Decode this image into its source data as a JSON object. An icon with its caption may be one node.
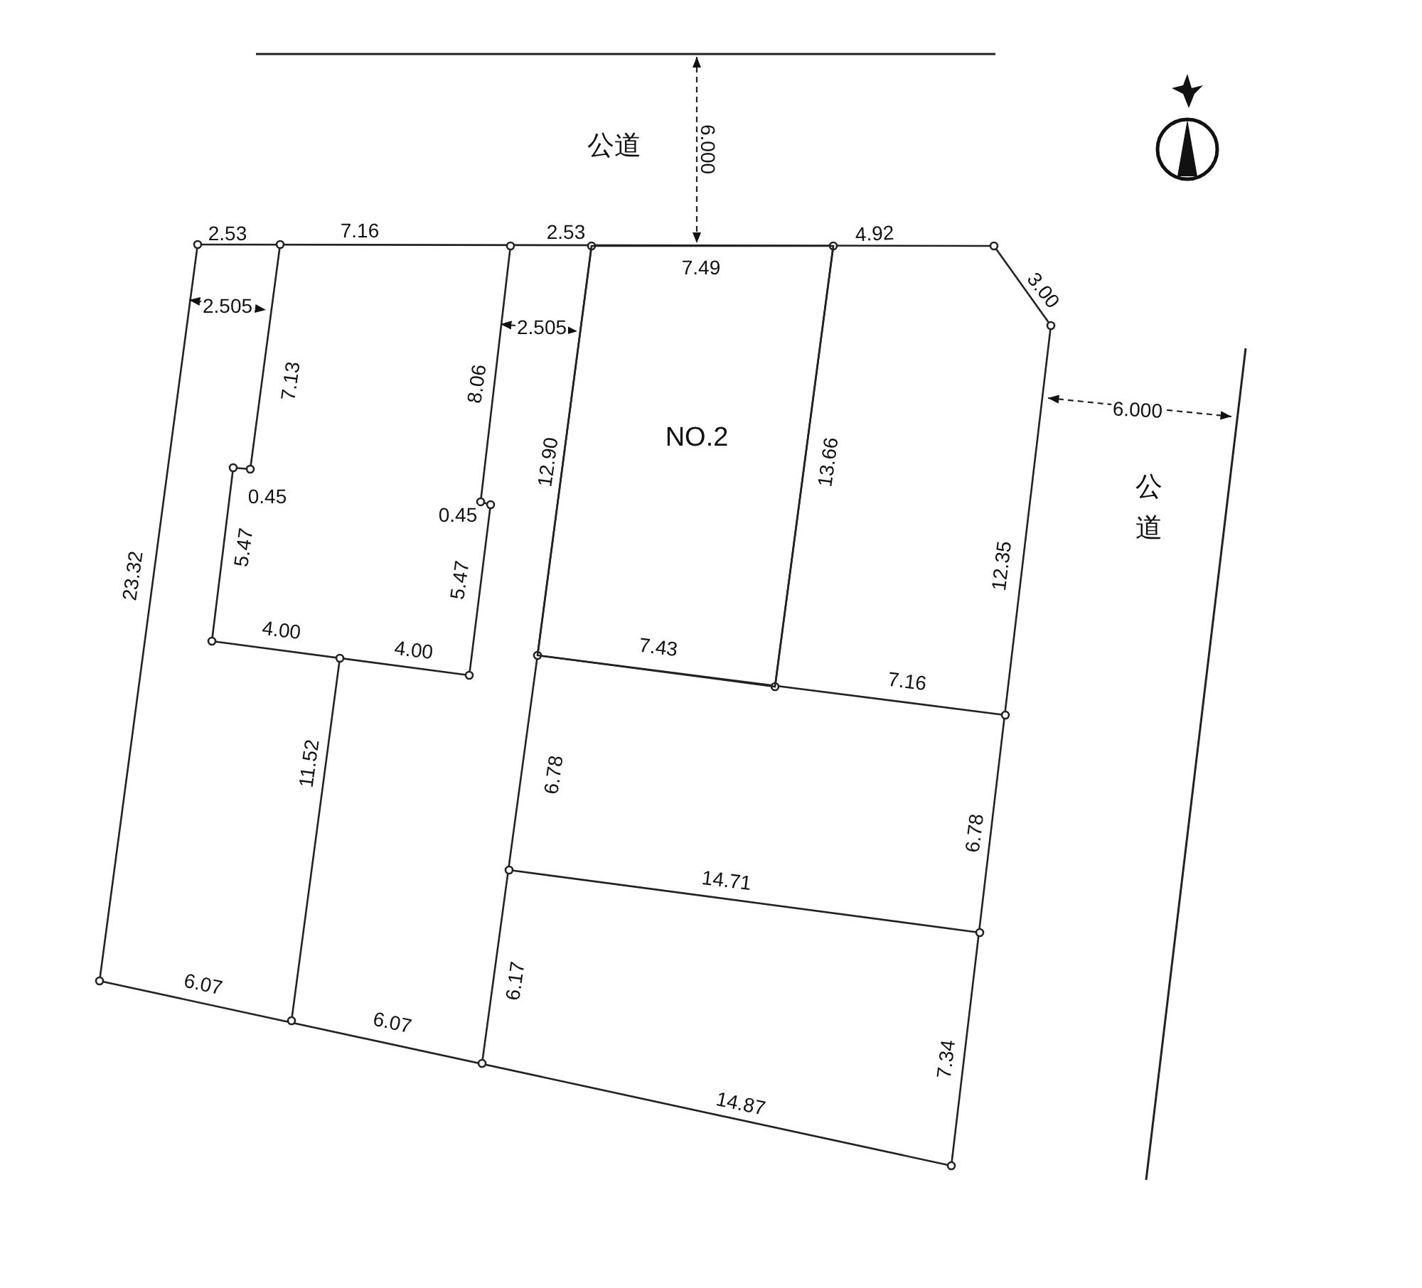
{
  "diagram": {
    "nodes": [
      {
        "text": [
          "NO.2"
        ]
      }
    ],
    "edges": [],
    "labels": [
      "公道",
      "6.000",
      "2.53",
      "7.16",
      "2.53",
      "4.92",
      "7.49",
      "3.00",
      "2.505",
      "2.505",
      "7.13",
      "8.06",
      "12.90",
      "13.66",
      "6.000",
      "公道",
      "0.45",
      "0.45",
      "23.32",
      "5.47",
      "5.47",
      "12.35",
      "4.00",
      "4.00",
      "7.43",
      "7.16",
      "11.52",
      "6.78",
      "6.78",
      "14.71",
      "6.07",
      "6.17",
      "6.07",
      "7.34",
      "14.87"
    ]
  }
}
